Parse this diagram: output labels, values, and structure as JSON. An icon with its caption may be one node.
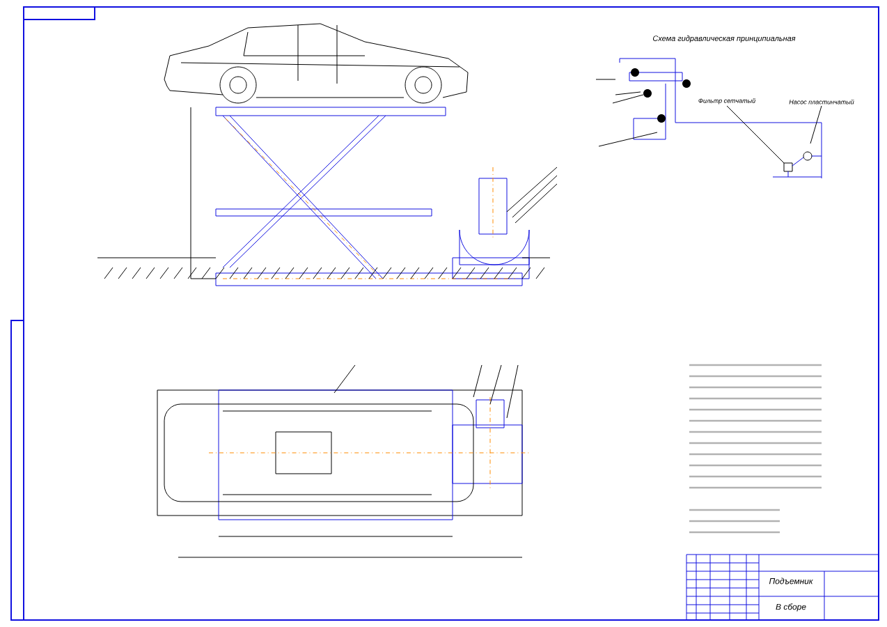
{
  "diagram": {
    "title": "Схема гидравлическая принципиальная",
    "nodes": [
      {
        "text": [
          "Фильтр сетчатый"
        ]
      },
      {
        "text": [
          "Насос пластинчатый"
        ]
      }
    ],
    "edges": [
      {
        "from": 0,
        "to": null,
        "arrow": "none"
      },
      {
        "from": 1,
        "to": null,
        "arrow": "none"
      }
    ],
    "labels": [
      "Подъемник",
      "В сборе"
    ]
  }
}
